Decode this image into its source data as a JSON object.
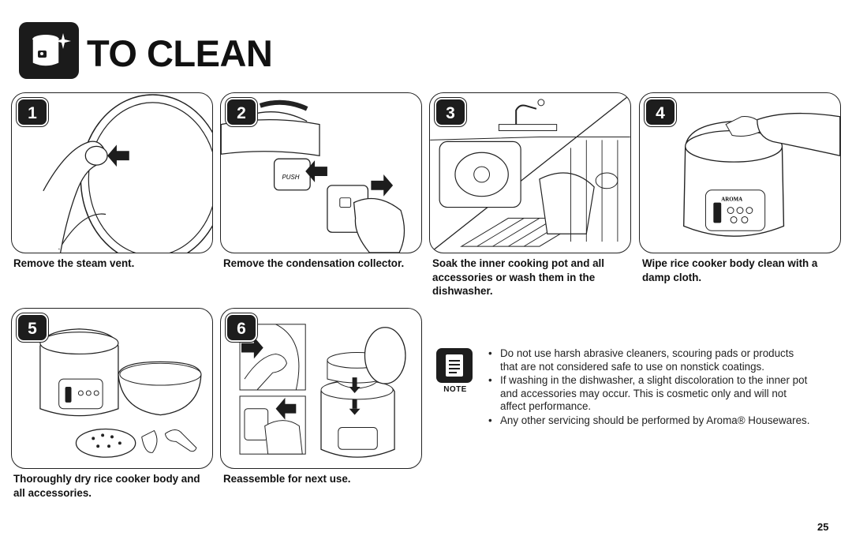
{
  "header": {
    "title": "TO CLEAN",
    "icon": "rice-cooker-icon"
  },
  "steps": [
    {
      "number": "1",
      "caption": "Remove the steam vent."
    },
    {
      "number": "2",
      "caption": "Remove the condensation collector."
    },
    {
      "number": "3",
      "caption": "Soak the inner cooking pot and all accessories or wash them in the dishwasher."
    },
    {
      "number": "4",
      "caption": "Wipe rice cooker body clean with a damp cloth."
    },
    {
      "number": "5",
      "caption": "Thoroughly dry rice cooker body and all accessories."
    },
    {
      "number": "6",
      "caption": "Reassemble for next use."
    }
  ],
  "illustration_text": {
    "push": "PUSH",
    "brand": "AROMA"
  },
  "note": {
    "label": "NOTE",
    "icon": "note-icon",
    "items": [
      "Do not use harsh abrasive cleaners, scouring pads or products that are not considered safe to use on nonstick coatings.",
      "If washing in the dishwasher, a slight discoloration to the inner pot and accessories may occur. This is cosmetic only and will not affect performance.",
      "Any other servicing should be performed by Aroma® Housewares."
    ]
  },
  "page_number": "25",
  "colors": {
    "badge": "#1d1d1d",
    "border": "#222222",
    "text": "#111111"
  }
}
